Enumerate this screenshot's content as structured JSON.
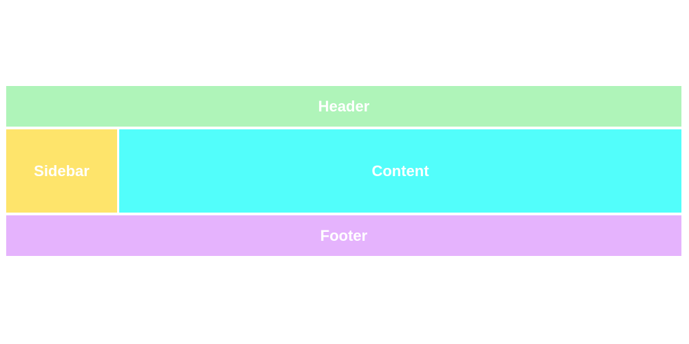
{
  "layout": {
    "header": {
      "label": "Header",
      "color": "#aff4b9"
    },
    "sidebar": {
      "label": "Sidebar",
      "color": "#fee46b"
    },
    "content": {
      "label": "Content",
      "color": "#52fefb"
    },
    "footer": {
      "label": "Footer",
      "color": "#e5b3fd"
    }
  }
}
